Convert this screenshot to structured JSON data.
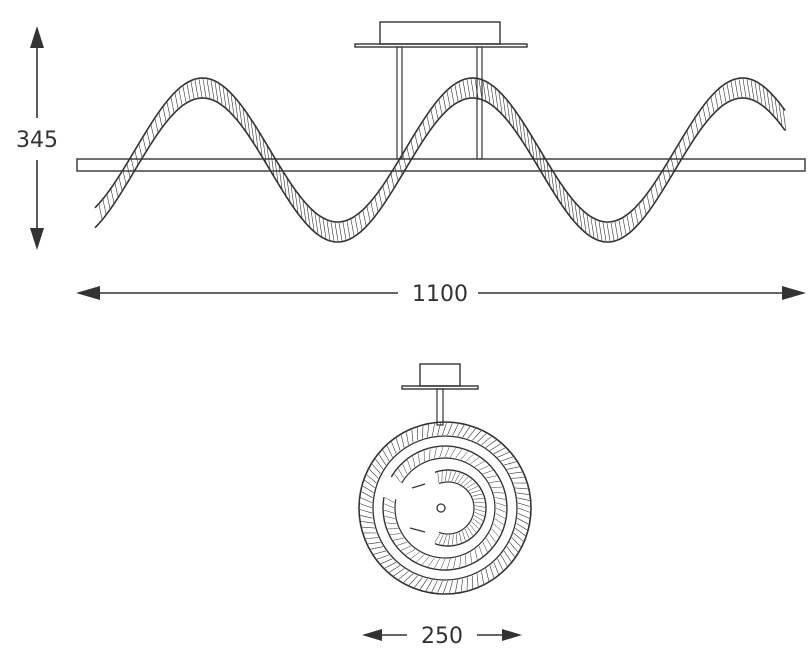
{
  "drawing": {
    "dimensions": {
      "height": "345",
      "width": "1100",
      "depth": "250"
    }
  },
  "colors": {
    "line": "#333333",
    "background": "#ffffff"
  }
}
